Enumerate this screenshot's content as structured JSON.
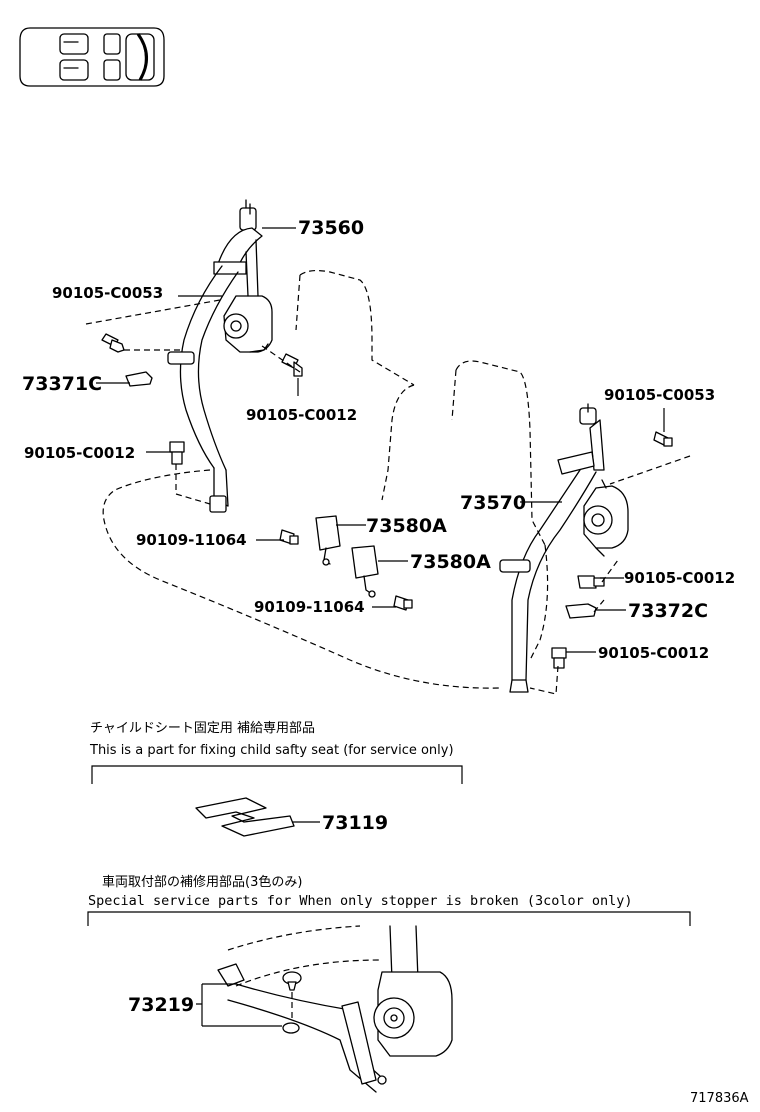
{
  "labels": {
    "p73560": "73560",
    "p90105_c0053_left": "90105-C0053",
    "p73371c": "73371C",
    "p90105_c0012_mid": "90105-C0012",
    "p90105_c0012_left": "90105-C0012",
    "p90105_c0053_right": "90105-C0053",
    "p73570": "73570",
    "p73580a_top": "73580A",
    "p73580a_bottom": "73580A",
    "p90109_11064_left": "90109-11064",
    "p90109_11064_bottom": "90109-11064",
    "p90105_c0012_right1": "90105-C0012",
    "p73372c": "73372C",
    "p90105_c0012_right2": "90105-C0012",
    "p73119": "73119",
    "p73219": "73219"
  },
  "notes": {
    "child_seat_jp": "チャイルドシート固定用 補給専用部品",
    "child_seat_en": "This is a part for fixing child safty seat (for service only)",
    "stopper_jp": "車両取付部の補修用部品(3色のみ)",
    "stopper_en": "Special  service  parts  for  When  only  stopper  is  broken  (3color  only)"
  },
  "diagram_id": "717836A",
  "icons": {
    "locator": "vehicle-seat-locator-icon"
  }
}
